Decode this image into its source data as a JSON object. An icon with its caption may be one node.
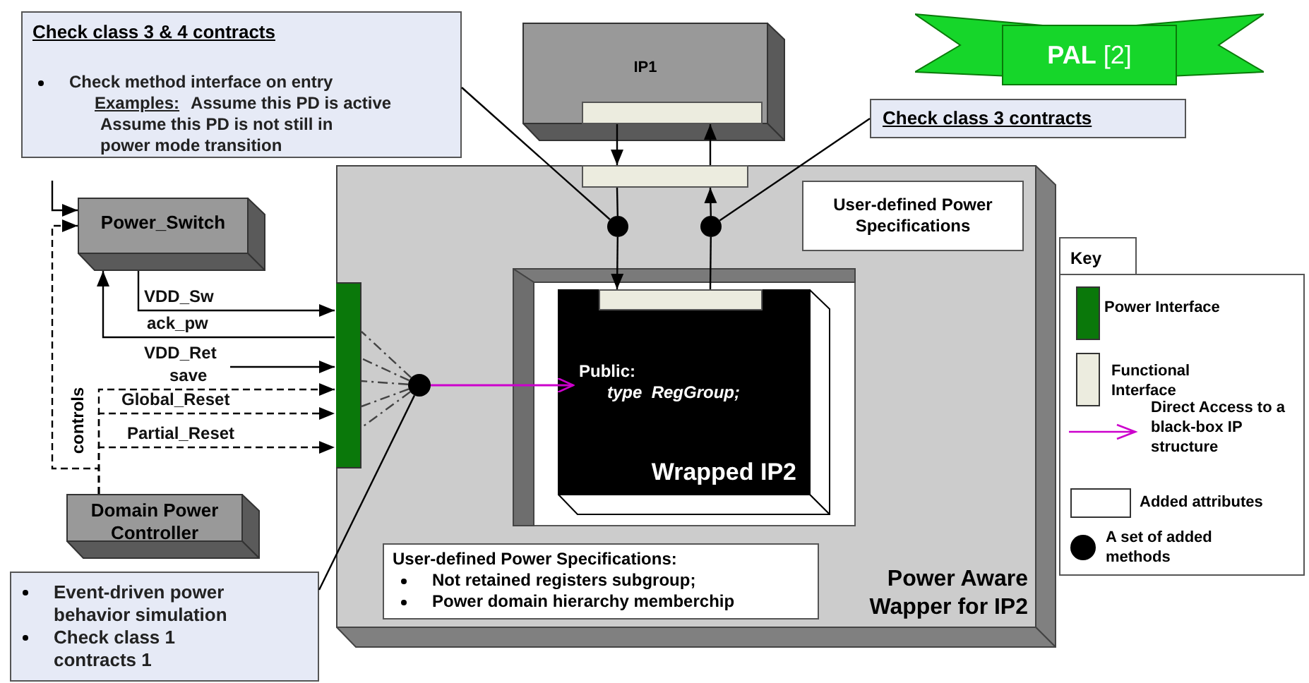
{
  "diagram": {
    "nodes": [
      {
        "text": [
          "Check class 3 & 4 contracts",
          "Check method interface on entry",
          "Examples:",
          "Assume this PD is active",
          "Assume this PD is not still in power mode transition"
        ]
      },
      {
        "text": [
          "IP1"
        ]
      },
      {
        "text": [],
        "shape": "bar",
        "in": 1
      },
      {
        "text": [],
        "shape": "bar",
        "in": 5
      },
      {
        "text": [
          "Check class 3 contracts"
        ]
      },
      {
        "text": [
          "Power Aware Wapper for IP2"
        ]
      },
      {
        "text": [
          "User-defined Power Specifications"
        ],
        "in": 5
      },
      {
        "text": [],
        "shape": "circle",
        "in": 5
      },
      {
        "text": [],
        "shape": "circle",
        "in": 5
      },
      {
        "text": [],
        "shape": "box",
        "in": 5
      },
      {
        "text": [
          "Public:",
          "type  RegGroup;",
          "Wrapped IP2"
        ],
        "in": 9
      },
      {
        "text": [],
        "shape": "bar",
        "in": 10
      },
      {
        "text": [],
        "shape": "bar",
        "in": 5
      },
      {
        "text": [],
        "shape": "circle",
        "in": 5
      },
      {
        "text": [
          "User-defined Power Specifications:",
          "Not retained registers subgroup;",
          "Power domain hierarchy memberchip"
        ],
        "in": 5
      },
      {
        "text": [
          "Power_Switch"
        ]
      },
      {
        "text": [
          "Domain Power Controller"
        ]
      },
      {
        "text": [
          "Event-driven power behavior simulation",
          "Check class 1 contracts 1"
        ]
      },
      {
        "text": [
          "**PAL** [2]"
        ]
      }
    ],
    "edges": [
      {
        "from": 0,
        "to": 7,
        "arrow": "none"
      },
      {
        "from": 4,
        "to": 8,
        "arrow": "none"
      },
      {
        "from": 2,
        "to": 3,
        "arrow": "to"
      },
      {
        "from": 3,
        "to": 7,
        "arrow": "none"
      },
      {
        "from": 7,
        "to": 11,
        "arrow": "to"
      },
      {
        "from": 11,
        "to": 8,
        "arrow": "none"
      },
      {
        "from": 8,
        "to": 3,
        "arrow": "to"
      },
      {
        "from": 3,
        "to": 2,
        "arrow": "to"
      },
      {
        "from": 13,
        "to": 10,
        "arrow": "to",
        "color": "#cc00cc"
      },
      {
        "from": 13,
        "to": 12,
        "arrow": "none",
        "style": "dashed"
      },
      {
        "from": 17,
        "to": 13,
        "arrow": "none"
      },
      {
        "from": 15,
        "to": 12,
        "arrow": "to",
        "label": "VDD_Sw"
      },
      {
        "from": 12,
        "to": 15,
        "arrow": "to",
        "label": "ack_pw"
      },
      {
        "from": null,
        "to": 12,
        "arrow": "to",
        "label": "VDD_Ret"
      },
      {
        "from": 16,
        "to": 12,
        "arrow": "to",
        "label": "save",
        "style": "dashed"
      },
      {
        "from": 16,
        "to": 12,
        "arrow": "to",
        "label": "Global_Reset",
        "style": "dashed"
      },
      {
        "from": 16,
        "to": 12,
        "arrow": "to",
        "label": "Partial_Reset",
        "style": "dashed"
      },
      {
        "from": 16,
        "to": 15,
        "arrow": "to",
        "style": "dashed"
      },
      {
        "from": null,
        "to": 15,
        "arrow": "to"
      }
    ],
    "labels": [
      "Key",
      "controls"
    ],
    "legend": [
      {
        "text": "Power Interface",
        "color": "#0a780a"
      },
      {
        "text": "Functional Interface",
        "color": "#ececdf"
      },
      {
        "text": "Direct Access to a black-box IP structure"
      },
      {
        "text": "Added attributes",
        "color": "#ffffff"
      },
      {
        "text": "A set of added methods"
      }
    ]
  }
}
